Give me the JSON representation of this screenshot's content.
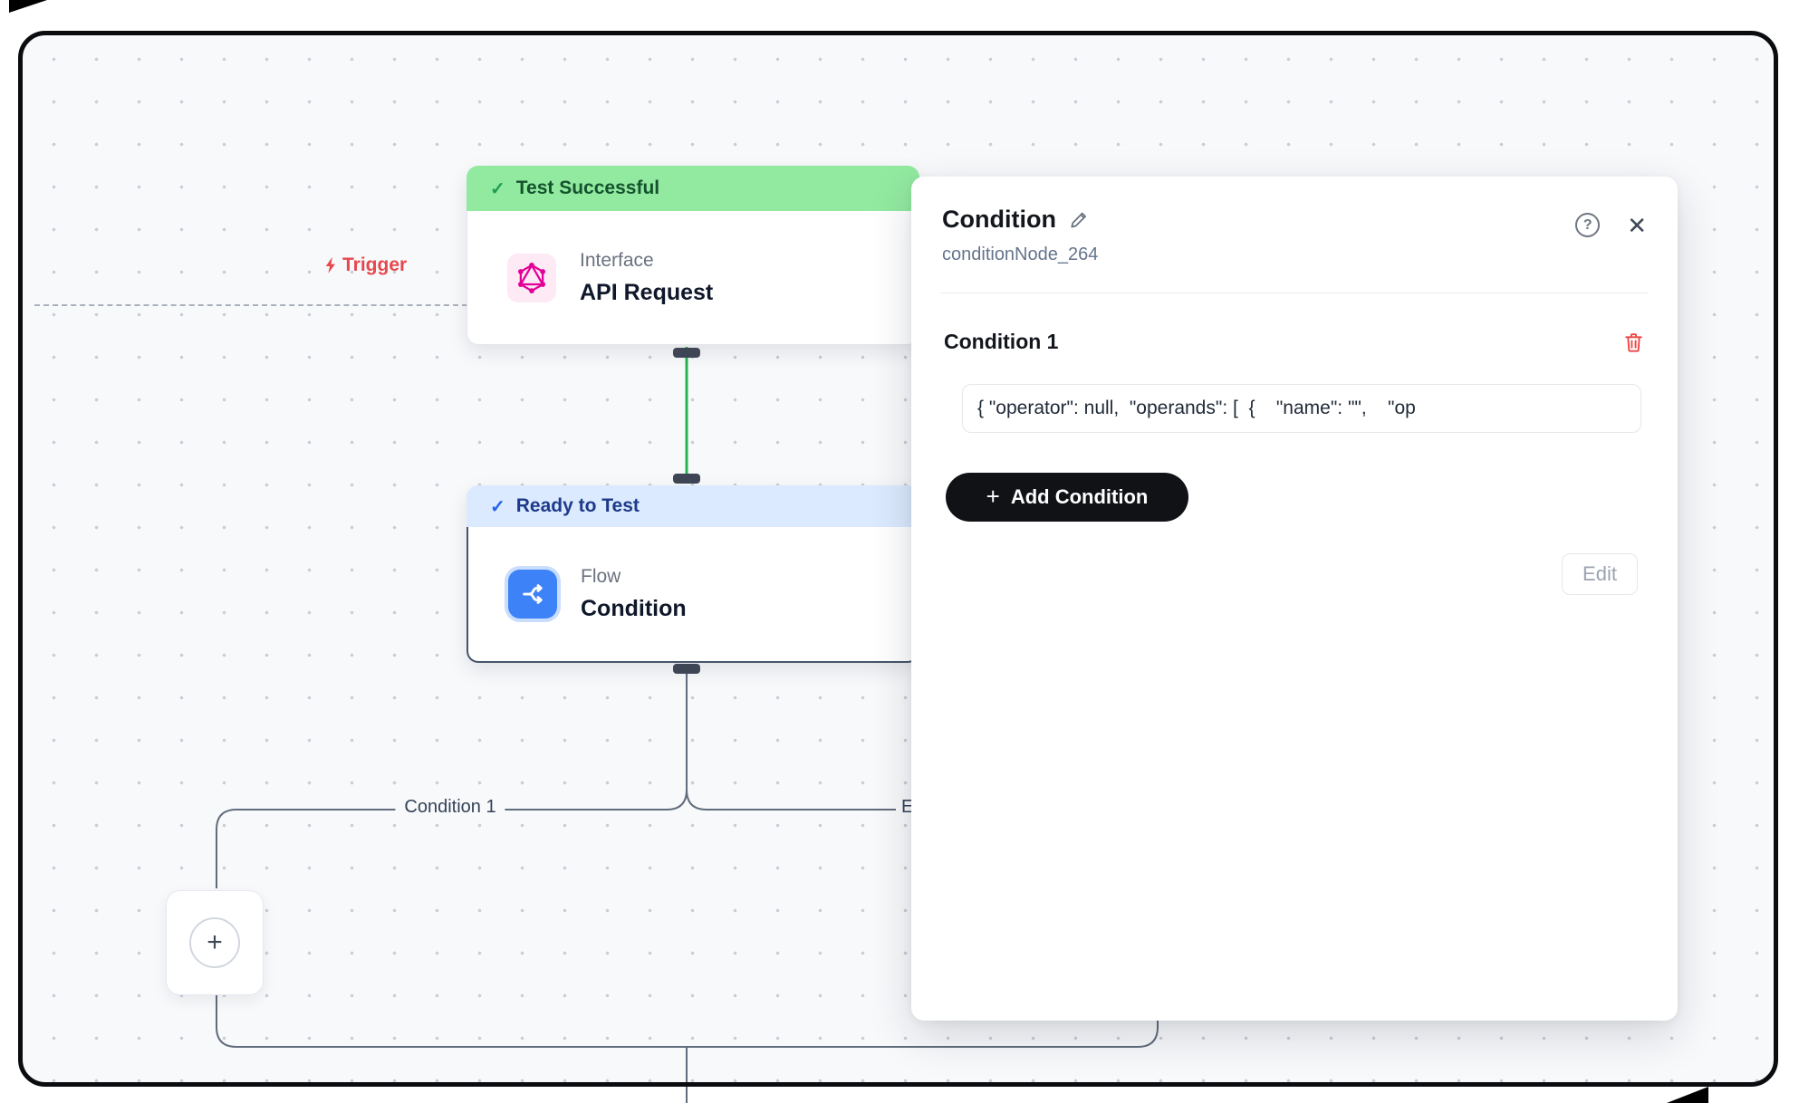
{
  "canvas": {
    "trigger": "Trigger",
    "branch_labels": {
      "left": "Condition 1",
      "right": "Else"
    }
  },
  "nodes": {
    "api_request": {
      "banner": "Test Successful",
      "category": "Interface",
      "title": "API Request"
    },
    "condition": {
      "banner": "Ready to Test",
      "category": "Flow",
      "title": "Condition"
    }
  },
  "panel": {
    "title": "Condition",
    "node_id": "conditionNode_264",
    "condition_heading": "Condition 1",
    "expression": "{ \"operator\": null,  \"operands\": [  {    \"name\": \"\",    \"op",
    "edit_button": "Edit",
    "add_condition_button": "Add Condition"
  },
  "colors": {
    "banner_green": "#92e9a0",
    "banner_blue": "#dbeafe",
    "edge_green": "#28b450",
    "edge_gray": "#616c7c",
    "trigger_red": "#e5484d",
    "node_blue": "#3d82f6",
    "graphql_pink": "#e10098",
    "danger_red": "#ef4444",
    "button_black": "#101216"
  }
}
